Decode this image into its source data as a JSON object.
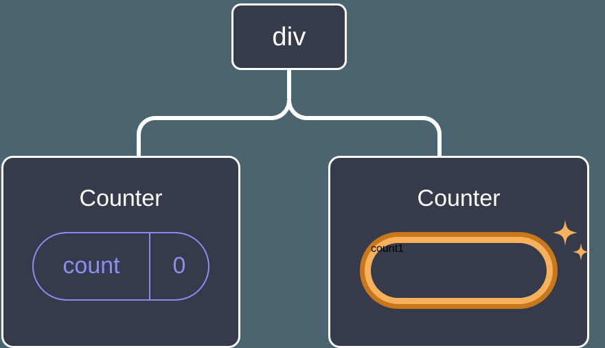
{
  "diagram": {
    "type": "component-tree",
    "description": "React component tree showing a parent div with two Counter children, the right one highlighted as updated",
    "background_color": "#4a6570",
    "node_fill_color": "#353b4a",
    "node_border_color": "#ffffff",
    "state_color": "#8b8ef0",
    "highlight_outer_color": "#c8771b",
    "highlight_inner_color": "#f7b05c",
    "sparkle_color": "#f7b05c"
  },
  "root": {
    "tag": "div"
  },
  "children": [
    {
      "title": "Counter",
      "state": {
        "key": "count",
        "value": "0"
      },
      "highlighted": false
    },
    {
      "title": "Counter",
      "state": {
        "key": "count",
        "value": "1"
      },
      "highlighted": true,
      "sparkle_icons": [
        "sparkle-large",
        "sparkle-small"
      ]
    }
  ]
}
